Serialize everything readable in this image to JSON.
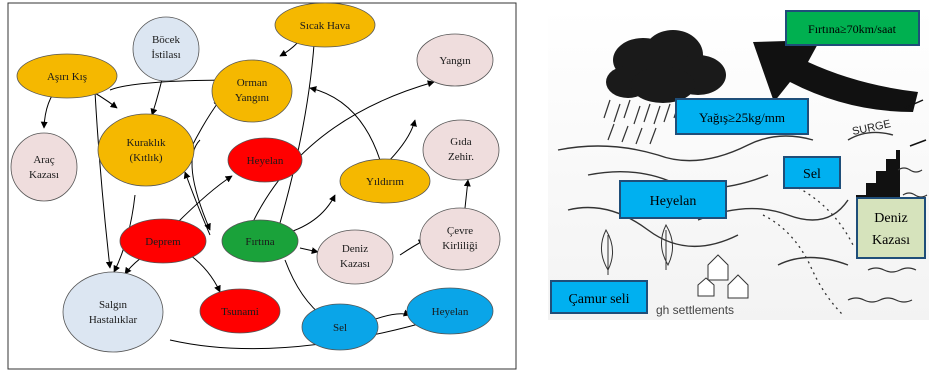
{
  "causal_diagram": {
    "colors": {
      "yellow": "#f5b800",
      "blue_grey": "#dce6f2",
      "pink": "#efdddd",
      "red": "#ff0000",
      "green": "#1aa23a",
      "cyan": "#0aa5e8"
    },
    "nodes": {
      "asiri_kis": "Aşırı Kış",
      "bocek_line1": "Böcek",
      "bocek_line2": "İstilası",
      "sicak_hava": "Sıcak Hava",
      "orman_line1": "Orman",
      "orman_line2": "Yangını",
      "yangin": "Yangın",
      "arac_line1": "Araç",
      "arac_line2": "Kazası",
      "kuraklik_line1": "Kuraklık",
      "kuraklik_line2": "(Kıtlık)",
      "heyelan_top": "Heyelan",
      "yildirim": "Yıldırım",
      "gida_line1": "Gıda",
      "gida_line2": "Zehir.",
      "deprem": "Deprem",
      "firtina": "Fırtına",
      "deniz_line1": "Deniz",
      "deniz_line2": "Kazası",
      "cevre_line1": "Çevre",
      "cevre_line2": "Kirliliği",
      "salgin_line1": "Salgın",
      "salgin_line2": "Hastalıklar",
      "tsunami": "Tsunami",
      "sel": "Sel",
      "heyelan_bottom": "Heyelan"
    }
  },
  "map_illustration": {
    "labels": {
      "firtina": "Fırtına≥70km/saat",
      "yagis": "Yağış≥25kg/mm",
      "sel": "Sel",
      "heyelan": "Heyelan",
      "deniz_line1": "Deniz",
      "deniz_line2": "Kazası",
      "camur_seli": "Çamur seli",
      "surge": "SURGE",
      "settlements": "gh settlements"
    },
    "colors": {
      "box_blue": "#00b0f0",
      "box_border": "#1f4e79",
      "box_green": "#00b050",
      "box_sage": "#d6e3bc"
    }
  }
}
